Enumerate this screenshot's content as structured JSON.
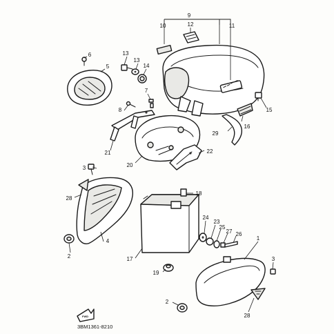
{
  "diagram": {
    "drawing_code": "3BM1361-8210",
    "front_marker": "FWD",
    "callouts": [
      {
        "id": "c1",
        "label": "1"
      },
      {
        "id": "c2a",
        "label": "2"
      },
      {
        "id": "c2b",
        "label": "2"
      },
      {
        "id": "c3a",
        "label": "3"
      },
      {
        "id": "c3b",
        "label": "3"
      },
      {
        "id": "c4",
        "label": "4"
      },
      {
        "id": "c5",
        "label": "5"
      },
      {
        "id": "c6",
        "label": "6"
      },
      {
        "id": "c7",
        "label": "7"
      },
      {
        "id": "c8",
        "label": "8"
      },
      {
        "id": "c9",
        "label": "9"
      },
      {
        "id": "c10",
        "label": "10"
      },
      {
        "id": "c11",
        "label": "11"
      },
      {
        "id": "c12",
        "label": "12"
      },
      {
        "id": "c13a",
        "label": "13"
      },
      {
        "id": "c13b",
        "label": "13"
      },
      {
        "id": "c14",
        "label": "14"
      },
      {
        "id": "c15",
        "label": "15"
      },
      {
        "id": "c16",
        "label": "16"
      },
      {
        "id": "c17",
        "label": "17"
      },
      {
        "id": "c18",
        "label": "18"
      },
      {
        "id": "c19",
        "label": "19"
      },
      {
        "id": "c20",
        "label": "20"
      },
      {
        "id": "c21",
        "label": "21"
      },
      {
        "id": "c22",
        "label": "22"
      },
      {
        "id": "c23",
        "label": "23"
      },
      {
        "id": "c24",
        "label": "24"
      },
      {
        "id": "c25",
        "label": "25"
      },
      {
        "id": "c26",
        "label": "26"
      },
      {
        "id": "c27",
        "label": "27"
      },
      {
        "id": "c28a",
        "label": "28"
      },
      {
        "id": "c28b",
        "label": "28"
      },
      {
        "id": "c29",
        "label": "29"
      }
    ]
  }
}
